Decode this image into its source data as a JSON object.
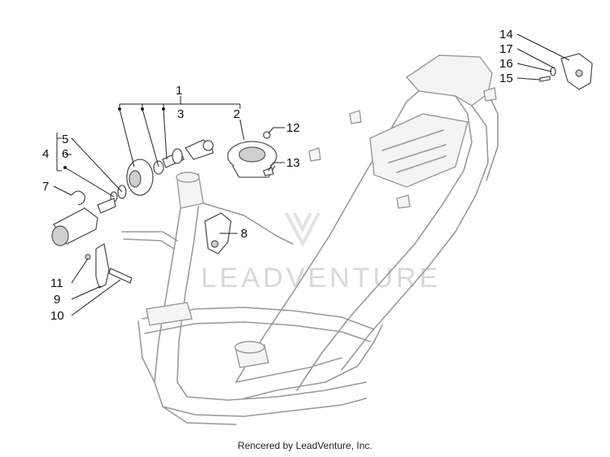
{
  "callouts": {
    "c1": "1",
    "c2": "2",
    "c3": "3",
    "c4": "4",
    "c5": "5",
    "c6": "6",
    "c7": "7",
    "c8": "8",
    "c9": "9",
    "c10": "10",
    "c11": "11",
    "c12": "12",
    "c13": "13",
    "c14": "14",
    "c15": "15",
    "c16": "16",
    "c17": "17"
  },
  "watermark": "LEADVENTURE",
  "footer": "Rencered by LeadVenture, Inc.",
  "colors": {
    "frame_stroke": "#9a9a9a",
    "leader": "#222222",
    "watermark": "#cdd0d2"
  }
}
